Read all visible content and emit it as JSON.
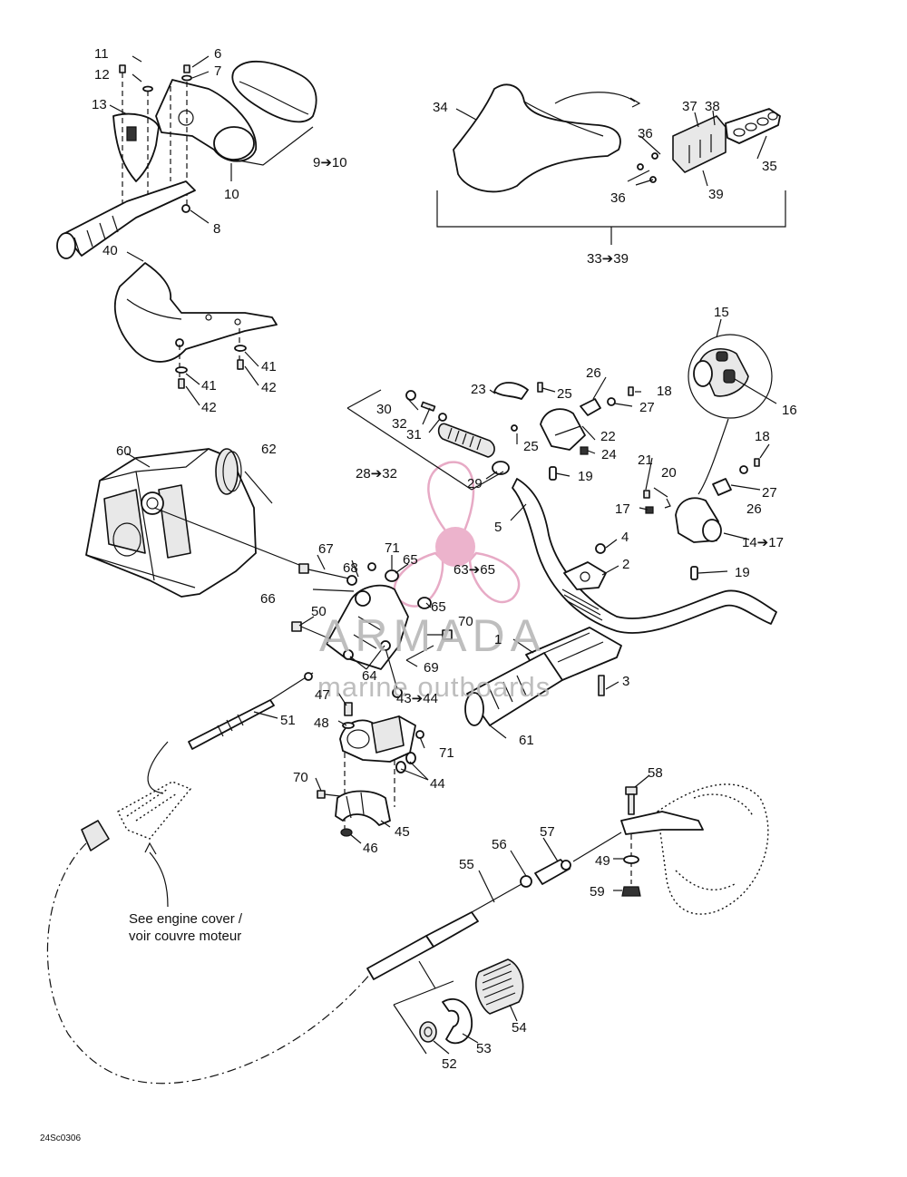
{
  "callouts": {
    "c1": "1",
    "c2": "2",
    "c3": "3",
    "c4": "4",
    "c5": "5",
    "c6": "6",
    "c7": "7",
    "c8": "8",
    "c9_10": "9➔10",
    "c10": "10",
    "c11": "11",
    "c12": "12",
    "c13": "13",
    "c14_17": "14➔17",
    "c15": "15",
    "c16": "16",
    "c17": "17",
    "c18a": "18",
    "c18b": "18",
    "c19a": "19",
    "c19b": "19",
    "c20": "20",
    "c21": "21",
    "c22": "22",
    "c23": "23",
    "c24": "24",
    "c25a": "25",
    "c25b": "25",
    "c26a": "26",
    "c26b": "26",
    "c27a": "27",
    "c27b": "27",
    "c28_32": "28➔32",
    "c29": "29",
    "c30": "30",
    "c31": "31",
    "c32": "32",
    "c33_39": "33➔39",
    "c34": "34",
    "c35": "35",
    "c36a": "36",
    "c36b": "36",
    "c37": "37",
    "c38": "38",
    "c39": "39",
    "c40": "40",
    "c41a": "41",
    "c41b": "41",
    "c42a": "42",
    "c42b": "42",
    "c43_44": "43➔44",
    "c44": "44",
    "c45": "45",
    "c46": "46",
    "c47": "47",
    "c48": "48",
    "c49": "49",
    "c50": "50",
    "c51": "51",
    "c52": "52",
    "c53": "53",
    "c54": "54",
    "c55": "55",
    "c56": "56",
    "c57": "57",
    "c58": "58",
    "c59": "59",
    "c60": "60",
    "c61": "61",
    "c62": "62",
    "c63_65": "63➔65",
    "c64": "64",
    "c65a": "65",
    "c65b": "65",
    "c66": "66",
    "c67": "67",
    "c68": "68",
    "c69": "69",
    "c70a": "70",
    "c70b": "70",
    "c71a": "71",
    "c71b": "71"
  },
  "note": {
    "line1": "See engine cover /",
    "line2": "voir couvre moteur"
  },
  "drawing_code": "24Sc0306",
  "watermark": {
    "brand": "ARMADA",
    "tagline": "marine outboards",
    "color": "#e9a6c4"
  }
}
